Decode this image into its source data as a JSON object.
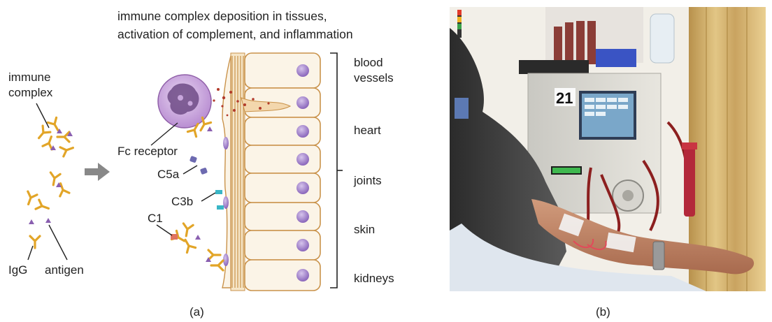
{
  "panel_a": {
    "title_line1": "immune complex deposition in tissues,",
    "title_line2": "activation of complement, and inflammation",
    "immune_complex_line1": "immune",
    "immune_complex_line2": "complex",
    "igg": "IgG",
    "antigen": "antigen",
    "fc_receptor": "Fc receptor",
    "c5a": "C5a",
    "c3b": "C3b",
    "c1": "C1",
    "tissues": {
      "blood_vessels_line1": "blood",
      "blood_vessels_line2": "vessels",
      "heart": "heart",
      "joints": "joints",
      "skin": "skin",
      "kidneys": "kidneys"
    },
    "caption": "(a)"
  },
  "panel_b": {
    "machine_number": "21",
    "caption": "(b)"
  },
  "colors": {
    "antibody": "#e2a528",
    "antigen": "#8a5fb0",
    "cell_fill": "#fbf4e7",
    "cell_outline": "#c9924a",
    "nucleus": "#9a79c4",
    "neutrophil": "#c8a6dc",
    "blood": "#8c1f1f"
  }
}
